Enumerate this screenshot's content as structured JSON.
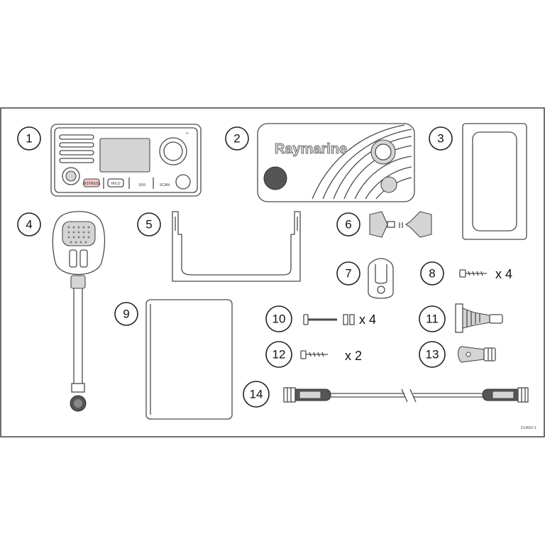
{
  "items": [
    {
      "number": "1"
    },
    {
      "number": "2",
      "brand_text": "Raymarine"
    },
    {
      "number": "3"
    },
    {
      "number": "4"
    },
    {
      "number": "5"
    },
    {
      "number": "6"
    },
    {
      "number": "7"
    },
    {
      "number": "8",
      "quantity": "x 4"
    },
    {
      "number": "9"
    },
    {
      "number": "10",
      "quantity": "x 4"
    },
    {
      "number": "11"
    },
    {
      "number": "12",
      "quantity": "x 2"
    },
    {
      "number": "13"
    },
    {
      "number": "14"
    }
  ],
  "radio_buttons": {
    "dsc": "DISTRESS",
    "hilo": "HI/LO",
    "ch16": "16/9",
    "scan": "SCAN"
  },
  "figure_code": "D14597-1"
}
